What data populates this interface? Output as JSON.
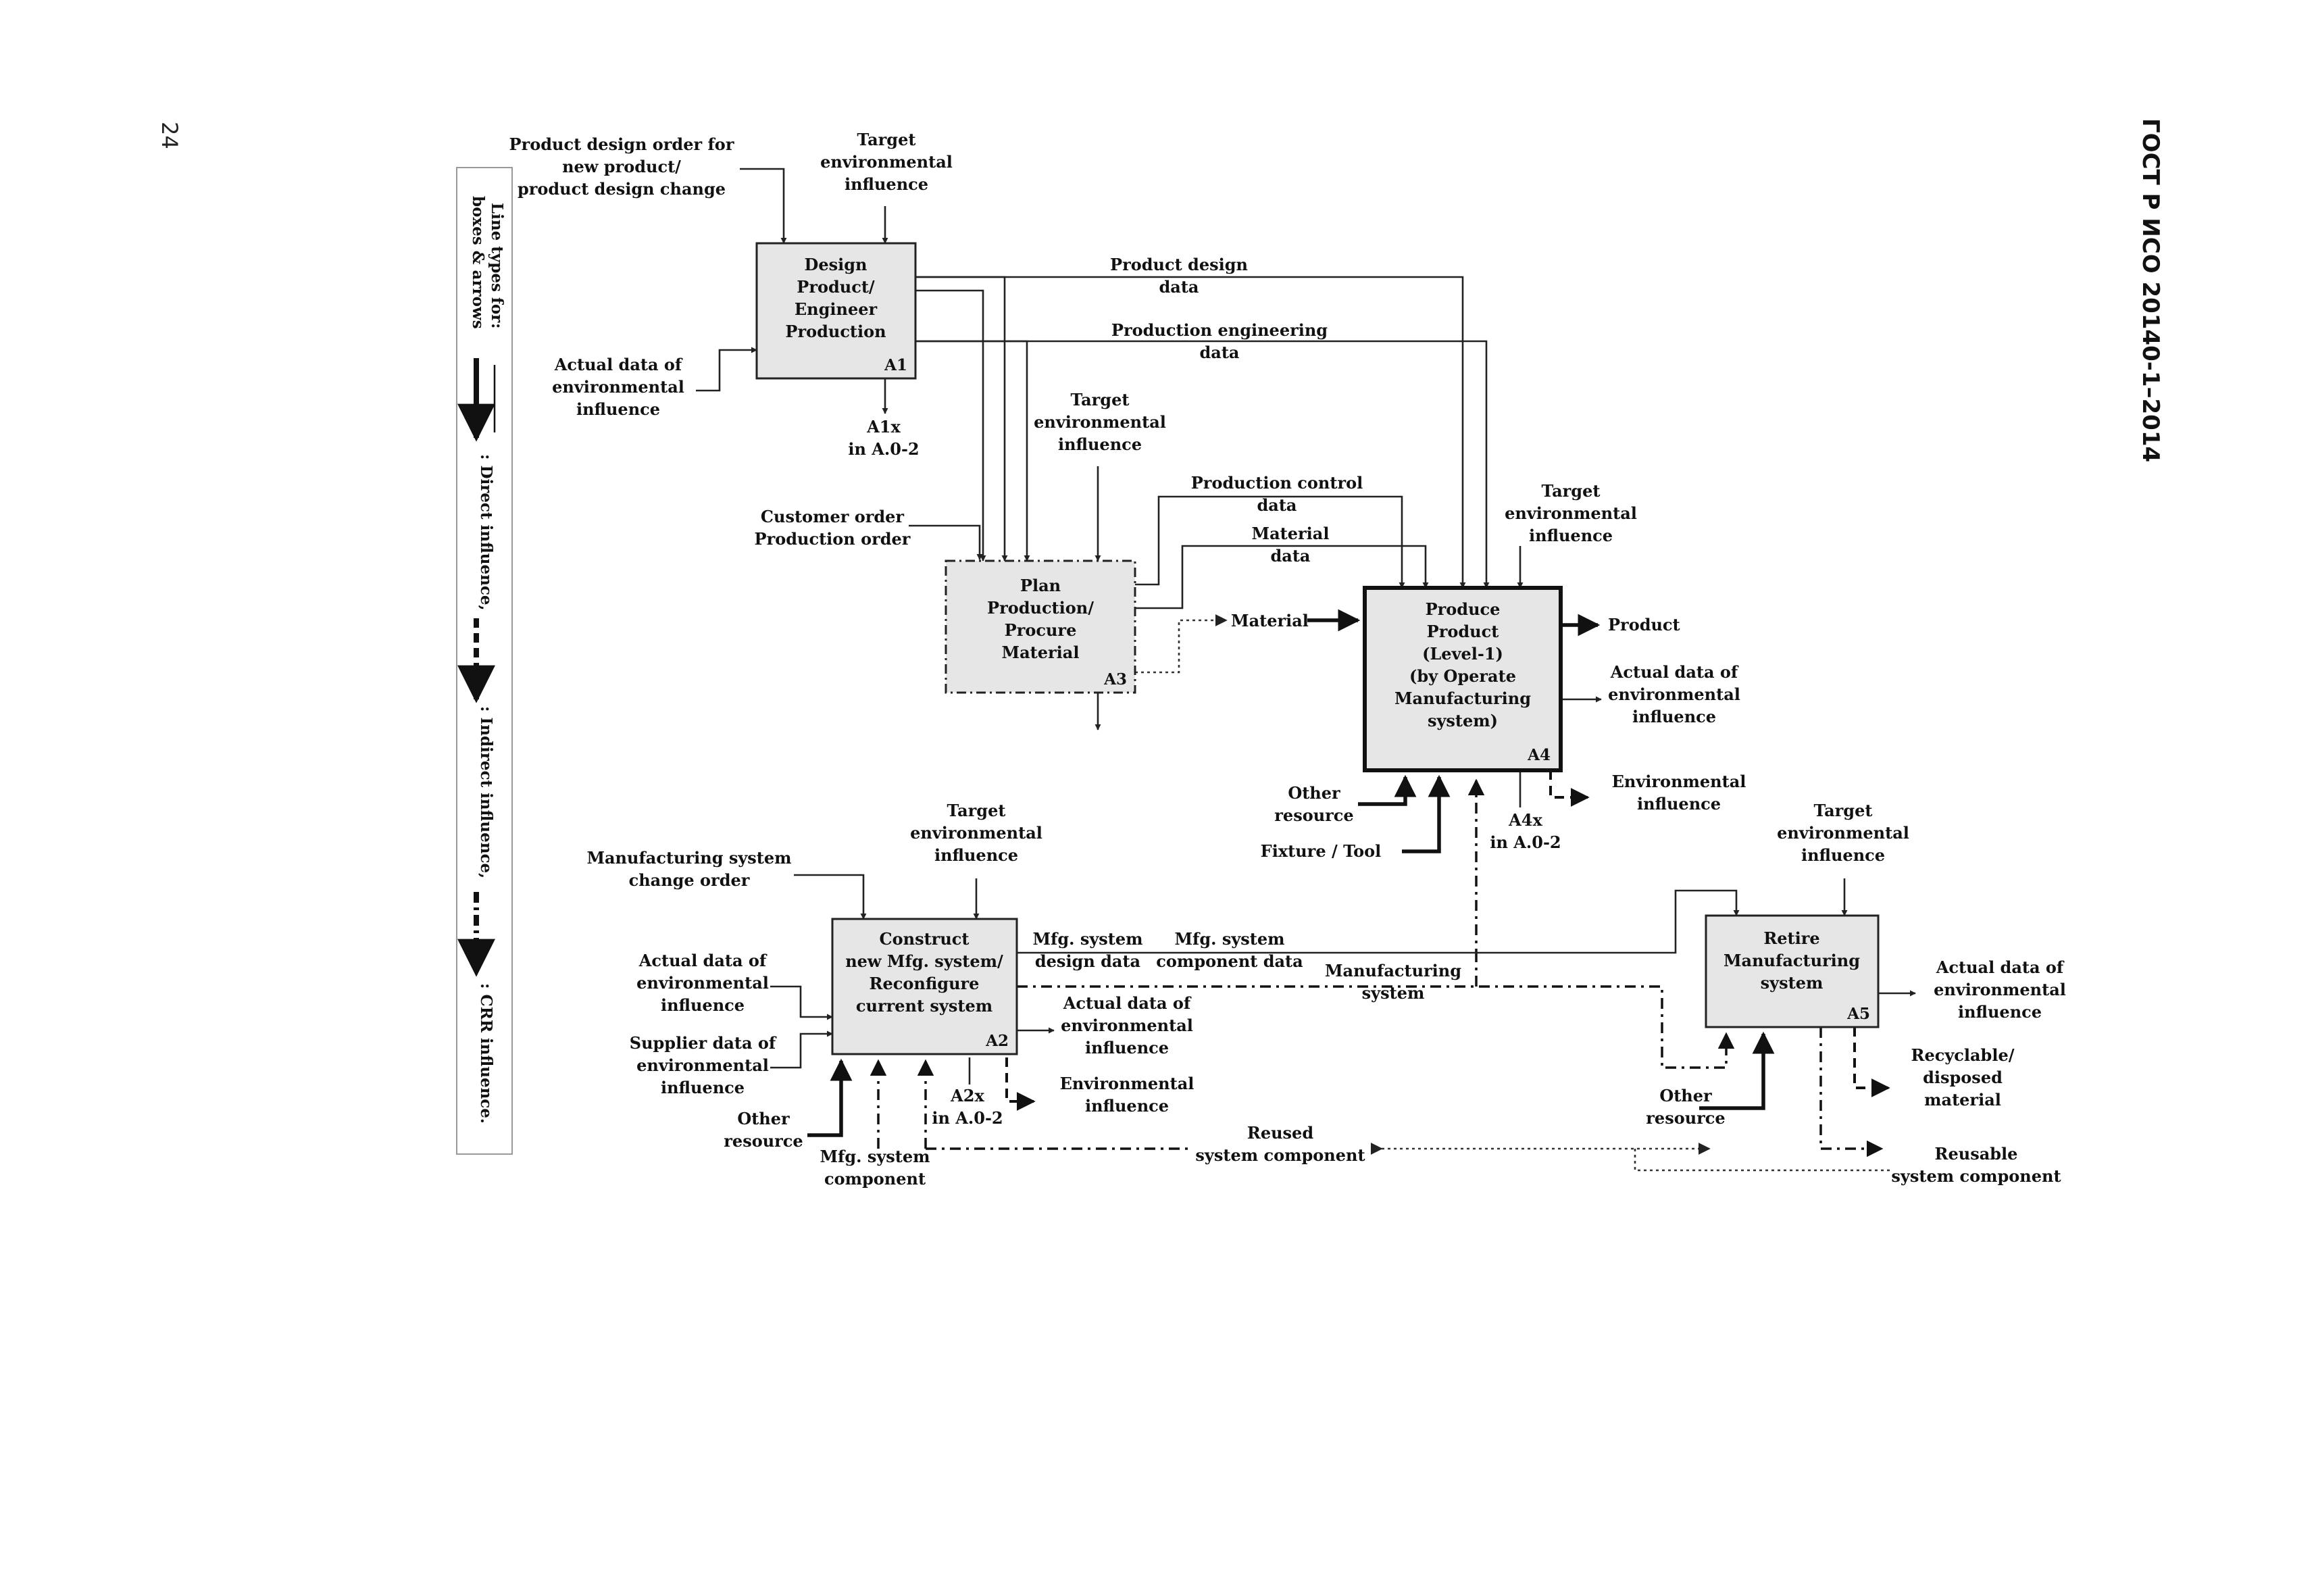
{
  "header": {
    "standard_title": "ГОСТ Р ИСО 20140-1–2014",
    "page_number": "24"
  },
  "legend": {
    "title_line1": "Line types for",
    "title_line2": "boxes & arrows",
    "colon": ":",
    "direct": ": Direct influence,",
    "indirect": ": Indirect influence,",
    "crr": ": CRR influence."
  },
  "boxes": {
    "a1": {
      "lines": [
        "Design",
        "Product/",
        "Engineer",
        "Production"
      ],
      "id": "A1"
    },
    "a3": {
      "lines": [
        "Plan",
        "Production/",
        "Procure",
        "Material"
      ],
      "id": "A3"
    },
    "a4": {
      "lines": [
        "Produce",
        "Product",
        "(Level-1)",
        "(by Operate",
        "Manufacturing",
        "system)"
      ],
      "id": "A4"
    },
    "a2": {
      "lines": [
        "Construct",
        "new Mfg. system/",
        "Reconfigure",
        "current system"
      ],
      "id": "A2"
    },
    "a5": {
      "lines": [
        "Retire",
        "Manufacturing",
        "system"
      ],
      "id": "A5"
    }
  },
  "labels": {
    "product_design_order": [
      "Product design order for",
      "new product/",
      "product design change"
    ],
    "target_env_a1": [
      "Target",
      "environmental",
      "influence"
    ],
    "actual_data_a1": [
      "Actual data of",
      "environmental",
      "influence"
    ],
    "a1x": [
      "A1x",
      "in A.0-2"
    ],
    "product_design_data": [
      "Product design",
      "data"
    ],
    "production_engineering_data": [
      "Production engineering",
      "data"
    ],
    "target_env_a3": [
      "Target",
      "environmental",
      "influence"
    ],
    "customer_order": [
      "Customer order",
      "Production order"
    ],
    "production_control_data": [
      "Production control",
      "data"
    ],
    "material_data": [
      "Material",
      "data"
    ],
    "target_env_a4": [
      "Target",
      "environmental",
      "influence"
    ],
    "material": "Material",
    "product": "Product",
    "actual_data_a4": [
      "Actual data of",
      "environmental",
      "influence"
    ],
    "env_influence_a4": [
      "Environmental",
      "influence"
    ],
    "other_resource_a4": [
      "Other",
      "resource"
    ],
    "fixture_tool": "Fixture / Tool",
    "a4x": [
      "A4x",
      "in A.0-2"
    ],
    "mfg_change_order": [
      "Manufacturing system",
      "change order"
    ],
    "target_env_a2": [
      "Target",
      "environmental",
      "influence"
    ],
    "actual_data_a2_in": [
      "Actual data of",
      "environmental",
      "influence"
    ],
    "supplier_data": [
      "Supplier data of",
      "environmental",
      "influence"
    ],
    "other_resource_a2": [
      "Other",
      "resource"
    ],
    "mfg_system_component": [
      "Mfg. system",
      "component"
    ],
    "mfg_design_data": [
      "Mfg. system",
      "design data"
    ],
    "mfg_component_data": [
      "Mfg. system",
      "component data"
    ],
    "manufacturing_system": [
      "Manufacturing",
      "system"
    ],
    "actual_data_a2_out": [
      "Actual data of",
      "environmental",
      "influence"
    ],
    "a2x": [
      "A2x",
      "in A.0-2"
    ],
    "env_influence_a2": [
      "Environmental",
      "influence"
    ],
    "reused_component": [
      "Reused",
      "system component"
    ],
    "target_env_a5": [
      "Target",
      "environmental",
      "influence"
    ],
    "actual_data_a5": [
      "Actual data of",
      "environmental",
      "influence"
    ],
    "other_resource_a5": [
      "Other",
      "resource"
    ],
    "recyclable": [
      "Recyclable/",
      "disposed",
      "material"
    ],
    "reusable_component": [
      "Reusable",
      "system component"
    ]
  },
  "colors": {
    "box_fill": "#e6e6e6",
    "line": "#222222"
  }
}
